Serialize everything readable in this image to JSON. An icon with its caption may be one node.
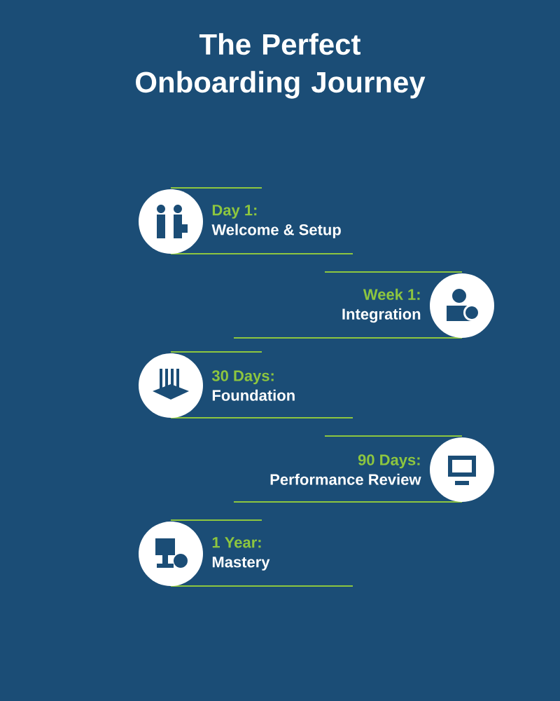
{
  "diagram": {
    "title": "The Perfect Onboarding Journey",
    "nodes": [
      {
        "text": [
          "Day 1:",
          "Welcome & Setup"
        ]
      },
      {
        "text": [
          "Week 1:",
          "Integration"
        ]
      },
      {
        "text": [
          "30 Days:",
          "Foundation"
        ]
      },
      {
        "text": [
          "90 Days:",
          "Performance Review"
        ]
      },
      {
        "text": [
          "1 Year:",
          "Mastery"
        ]
      }
    ]
  }
}
